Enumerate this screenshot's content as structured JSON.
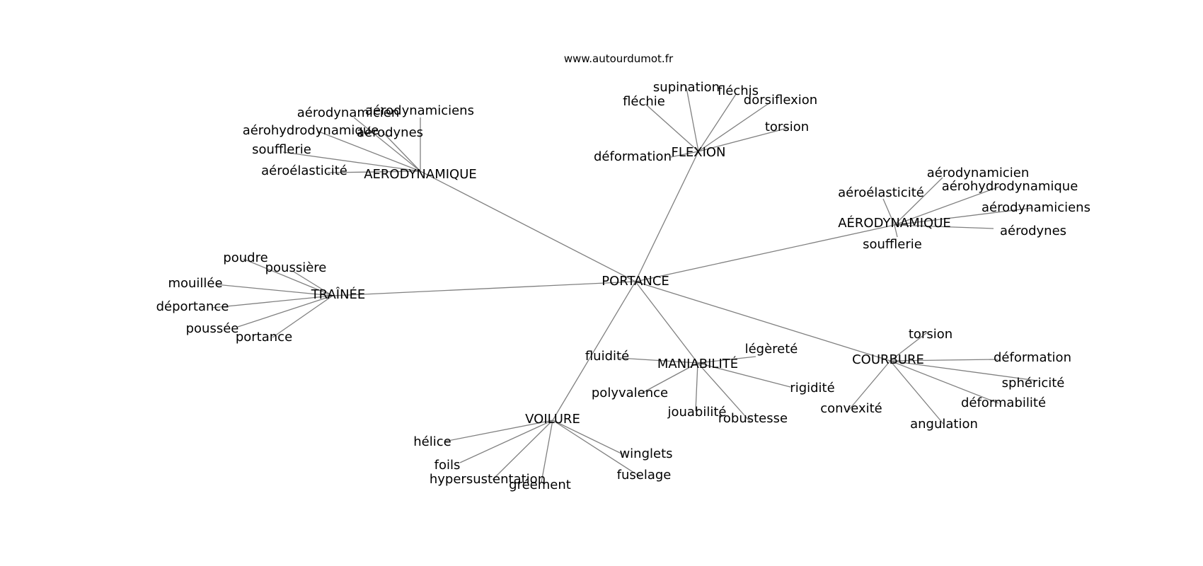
{
  "source": "www.autourdumot.fr",
  "edge_color": "#808080",
  "text_color": "#000000",
  "graph": {
    "center": "PORTANCE",
    "clusters": [
      {
        "hub": "AERODYNAMIQUE",
        "terms": [
          "aérodynamicien",
          "aérodynamiciens",
          "aérohydrodynamique",
          "aérodynes",
          "soufflerie",
          "aéroélasticité"
        ]
      },
      {
        "hub": "FLEXION",
        "terms": [
          "supination",
          "fléchis",
          "fléchie",
          "dorsiflexion",
          "torsion",
          "déformation"
        ]
      },
      {
        "hub": "AÉRODYNAMIQUE",
        "terms": [
          "aérodynamicien",
          "aérohydrodynamique",
          "aéroélasticité",
          "aérodynamiciens",
          "aérodynes",
          "soufflerie"
        ]
      },
      {
        "hub": "TRAÎNÉE",
        "terms": [
          "poudre",
          "poussière",
          "mouillée",
          "déportance",
          "poussée",
          "portance"
        ]
      },
      {
        "hub": "MANIABILITÉ",
        "terms": [
          "fluidité",
          "légèreté",
          "polyvalence",
          "rigidité",
          "jouabilité",
          "robustesse"
        ]
      },
      {
        "hub": "COURBURE",
        "terms": [
          "torsion",
          "déformation",
          "sphéricité",
          "déformabilité",
          "convexité",
          "angulation"
        ]
      },
      {
        "hub": "VOILURE",
        "terms": [
          "hélice",
          "foils",
          "hypersustentation",
          "gréement",
          "winglets",
          "fuselage"
        ]
      }
    ]
  }
}
